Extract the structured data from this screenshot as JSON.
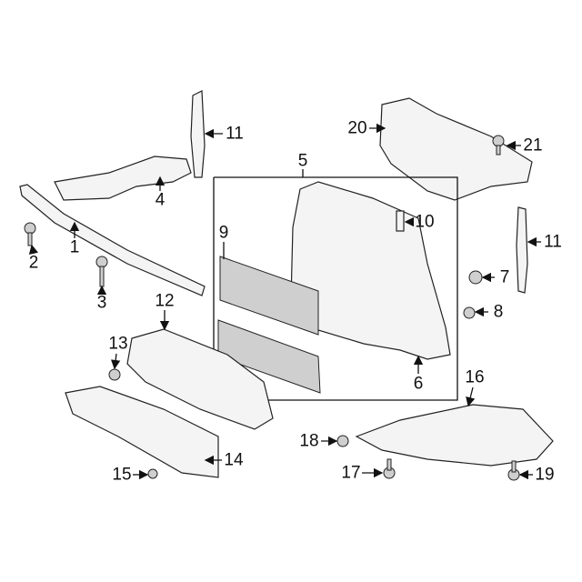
{
  "diagram": {
    "title": "Radiator Support / Air Deflector Assembly",
    "callouts": [
      "1",
      "2",
      "3",
      "4",
      "5",
      "6",
      "7",
      "8",
      "9",
      "10",
      "11",
      "11",
      "12",
      "13",
      "14",
      "15",
      "16",
      "17",
      "18",
      "19",
      "20",
      "21"
    ]
  }
}
